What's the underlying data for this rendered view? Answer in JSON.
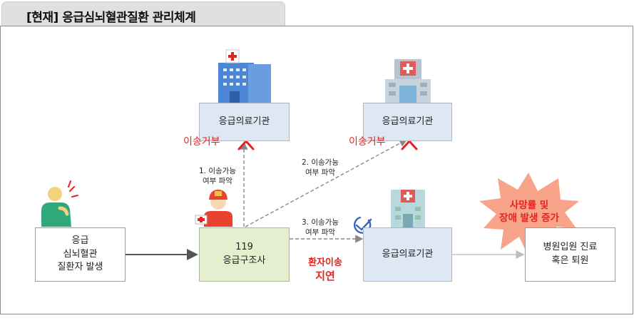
{
  "header": {
    "title": "[현재] 응급심뇌혈관질환 관리체계"
  },
  "nodes": {
    "patient": [
      "응급",
      "심뇌혈관",
      "질환자 발생"
    ],
    "ems": [
      "119",
      "응급구조사"
    ],
    "hospital1": "응급의료기관",
    "hospital2": "응급의료기관",
    "hospital3": "응급의료기관",
    "outcome": [
      "병원입원 진료",
      "혹은 퇴원"
    ]
  },
  "labels": {
    "refusal1": "이송거부",
    "refusal2": "이송거부",
    "step1": [
      "1. 이송가능",
      "여부 파악"
    ],
    "step2": [
      "2. 이송가능",
      "여부 파악"
    ],
    "step3": [
      "3. 이송가능",
      "여부 파악"
    ],
    "delay": [
      "환자이송",
      "지연"
    ],
    "burst": [
      "사망률 및",
      "장애 발생 증가"
    ]
  },
  "colors": {
    "alert_red": "#e52420",
    "box_blue": "#dde8f4",
    "box_green": "#e3efcf",
    "burst_orange": "#f7a48a"
  }
}
